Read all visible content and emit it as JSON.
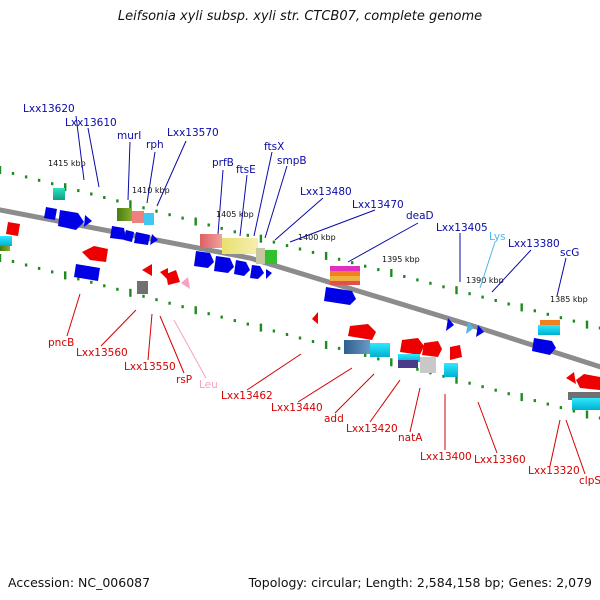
{
  "title": "Leifsonia xyli subsp. xyli str. CTCB07, complete genome",
  "footer": {
    "accession": "Accession: NC_006087",
    "summary": "Topology: circular; Length: 2,584,158 bp; Genes: 2,079"
  },
  "colors": {
    "backbone": "#8c8c8c",
    "tick": "#1f8a1f",
    "label_top": "#0a0aa8",
    "label_bottom": "#d40000",
    "label_rna_top": "#4db8e8",
    "label_rna_bottom": "#f7a1c0",
    "gene_forward": "#0000e6",
    "gene_reverse": "#ee0000"
  },
  "kbp_labels": [
    "1415 kbp",
    "1410 kbp",
    "1405 kbp",
    "1400 kbp",
    "1395 kbp",
    "1390 kbp",
    "1385 kbp"
  ],
  "top_genes": [
    "Lxx13620",
    "Lxx13610",
    "murI",
    "rph",
    "Lxx13570",
    "prfB",
    "ftsE",
    "ftsX",
    "smpB",
    "Lxx13480",
    "Lxx13470",
    "deaD",
    "Lxx13405",
    "Lys",
    "Lxx13380",
    "scG"
  ],
  "bottom_genes": [
    "pncB",
    "Lxx13560",
    "Lxx13550",
    "rsP",
    "Leu",
    "Lxx13462",
    "Lxx13440",
    "add",
    "Lxx13420",
    "natA",
    "Lxx13400",
    "Lxx13360",
    "Lxx13320",
    "clpS"
  ]
}
